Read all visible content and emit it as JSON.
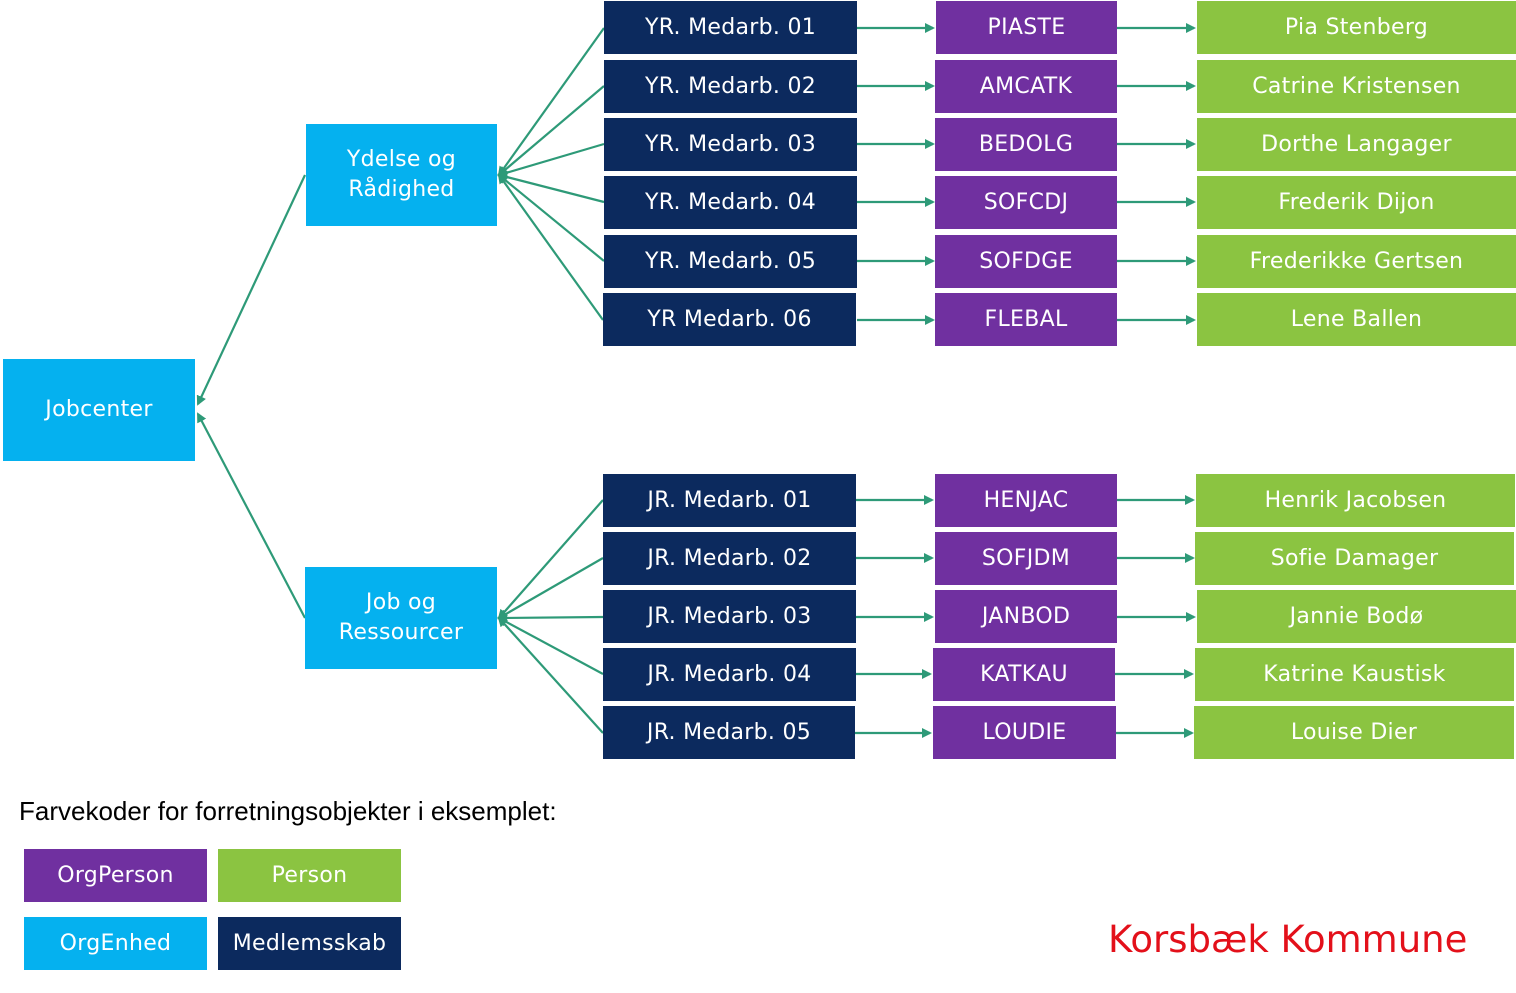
{
  "colors": {
    "org_unit": "#05b1ef",
    "membership": "#0c2a5e",
    "org_person": "#7030a0",
    "person": "#8bc441",
    "connector": "#2e9a78",
    "brand": "#e3101a"
  },
  "root": {
    "label": "Jobcenter"
  },
  "departments": [
    {
      "label": "Ydelse og Rådighed",
      "members": [
        {
          "membership": "YR. Medarb. 01",
          "org_person": "PIASTE",
          "person": "Pia Stenberg"
        },
        {
          "membership": "YR. Medarb. 02",
          "org_person": "AMCATK",
          "person": "Catrine Kristensen"
        },
        {
          "membership": "YR. Medarb. 03",
          "org_person": "BEDOLG",
          "person": "Dorthe Langager"
        },
        {
          "membership": "YR. Medarb. 04",
          "org_person": "SOFCDJ",
          "person": "Frederik Dijon"
        },
        {
          "membership": "YR. Medarb. 05",
          "org_person": "SOFDGE",
          "person": "Frederikke Gertsen"
        },
        {
          "membership": "YR Medarb. 06",
          "org_person": "FLEBAL",
          "person": "Lene Ballen"
        }
      ]
    },
    {
      "label": "Job og Ressourcer",
      "members": [
        {
          "membership": "JR. Medarb. 01",
          "org_person": "HENJAC",
          "person": "Henrik Jacobsen"
        },
        {
          "membership": "JR. Medarb. 02",
          "org_person": "SOFJDM",
          "person": "Sofie Damager"
        },
        {
          "membership": "JR. Medarb. 03",
          "org_person": "JANBOD",
          "person": "Jannie Bodø"
        },
        {
          "membership": "JR. Medarb. 04",
          "org_person": "KATKAU",
          "person": "Katrine Kaustisk"
        },
        {
          "membership": "JR. Medarb. 05",
          "org_person": "LOUDIE",
          "person": "Louise Dier"
        }
      ]
    }
  ],
  "legend": {
    "title": "Farvekoder for forretningsobjekter i eksemplet:",
    "org_person": "OrgPerson",
    "person": "Person",
    "org_unit": "OrgEnhed",
    "membership": "Medlemsskab"
  },
  "brand": "Korsbæk Kommune"
}
